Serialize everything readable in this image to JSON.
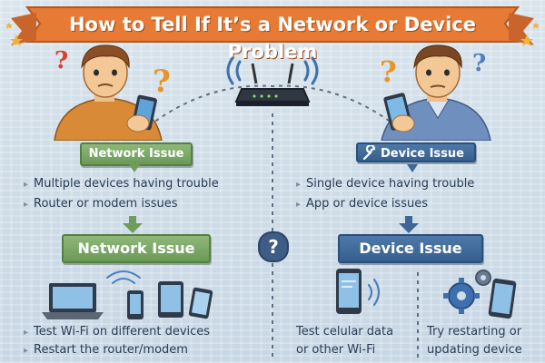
{
  "title": "How to Tell If It’s a Network or Device Problem",
  "left": {
    "badge_small": "Network Issue",
    "symptoms": [
      "Multiple devices having trouble",
      "Router or modem issues"
    ],
    "badge_large": "Network Issue",
    "actions": [
      "Test Wi-Fi on different devices",
      "Restart the router/modem"
    ]
  },
  "right": {
    "badge_small": "Device Issue",
    "symptoms": [
      "Single device having trouble",
      "App or device issues"
    ],
    "badge_large": "Device Issue",
    "action_left": [
      "Test celular data",
      "or other Wi-Fi"
    ],
    "action_right": [
      "Try restarting or",
      "updating device"
    ]
  },
  "center_question": "?",
  "question_marks": [
    "?",
    "?",
    "?",
    "?"
  ],
  "colors": {
    "banner": "#e77a34",
    "green_badge": "#6f9c5a",
    "blue_badge": "#3c6797",
    "text": "#2a3b54"
  },
  "icons": [
    "router-icon",
    "wifi-icon",
    "laptop-icon",
    "phone-icon",
    "tablet-icon",
    "gear-icon",
    "wrench-icon",
    "down-arrow-icon",
    "star-icon"
  ]
}
